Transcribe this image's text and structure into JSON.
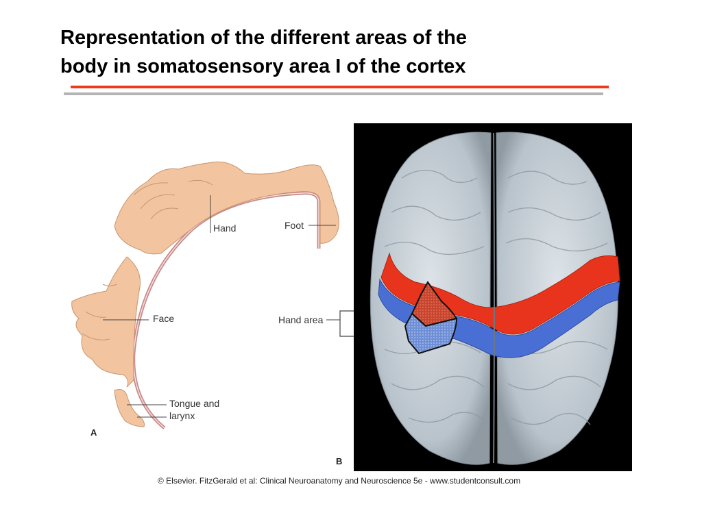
{
  "title": {
    "line1": "Representation of the different areas of the",
    "line2": "body in somatosensory area I of the cortex"
  },
  "colors": {
    "title_rule": "#ee3a1c",
    "sub_rule": "#b4b4b4",
    "skin": "#f2c49f",
    "cortex_arc": "#c98a8a",
    "motor_strip": "#e8341c",
    "sensory_strip": "#4a6fd4",
    "brain_surface": "#c9d1d8"
  },
  "figure_a": {
    "panel_letter": "A",
    "labels": {
      "hand": "Hand",
      "foot": "Foot",
      "face": "Face",
      "tongue_line1": "Tongue and",
      "tongue_line2": "larynx"
    }
  },
  "figure_b": {
    "panel_letter": "B",
    "hand_area_label": "Hand area"
  },
  "credit": "© Elsevier. FitzGerald et al: Clinical Neuroanatomy and Neuroscience 5e - www.studentconsult.com"
}
